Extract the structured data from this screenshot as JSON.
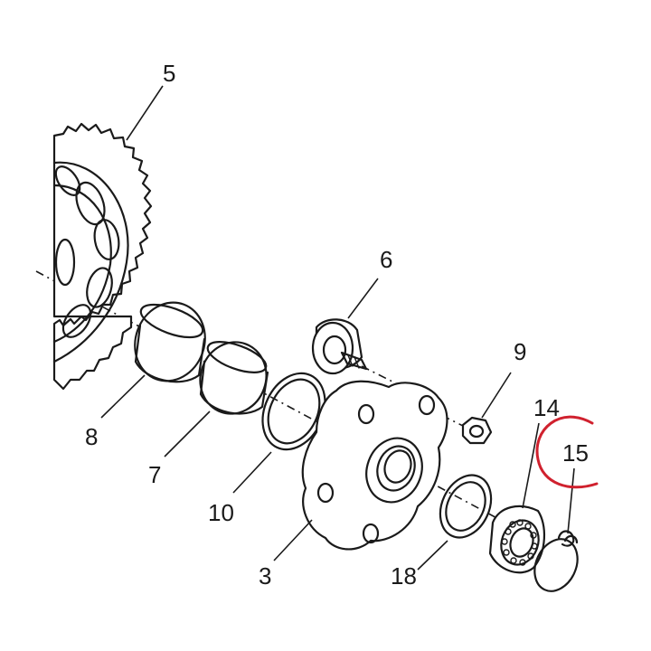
{
  "labels": {
    "p3": "3",
    "p5": "5",
    "p6": "6",
    "p7": "7",
    "p8": "8",
    "p9": "9",
    "p10": "10",
    "p14": "14",
    "p15": "15",
    "p18": "18"
  },
  "colors": {
    "ink": "#1a1a1a",
    "highlight": "#d0212e",
    "background": "#ffffff"
  }
}
